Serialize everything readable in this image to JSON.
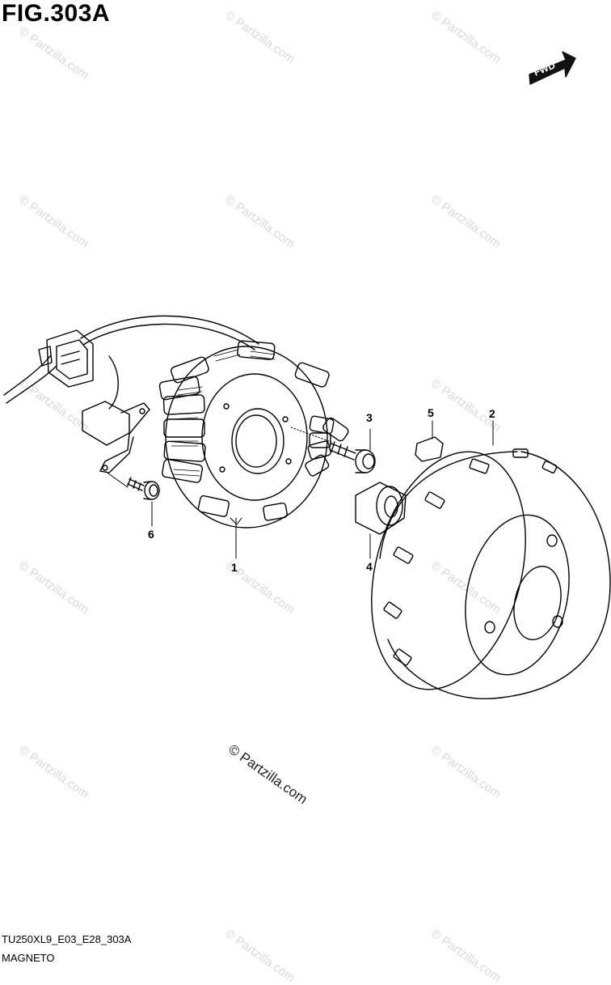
{
  "figure": {
    "title": "FIG.303A"
  },
  "direction": {
    "label": "FWD"
  },
  "callouts": [
    {
      "id": "1",
      "label": "1"
    },
    {
      "id": "2",
      "label": "2"
    },
    {
      "id": "3",
      "label": "3"
    },
    {
      "id": "4",
      "label": "4"
    },
    {
      "id": "5",
      "label": "5"
    },
    {
      "id": "6",
      "label": "6"
    }
  ],
  "footer": {
    "model_code": "TU250XL9_E03_E28_303A",
    "section_name": "MAGNETO"
  },
  "watermark": {
    "text": "© Partzilla.com"
  }
}
